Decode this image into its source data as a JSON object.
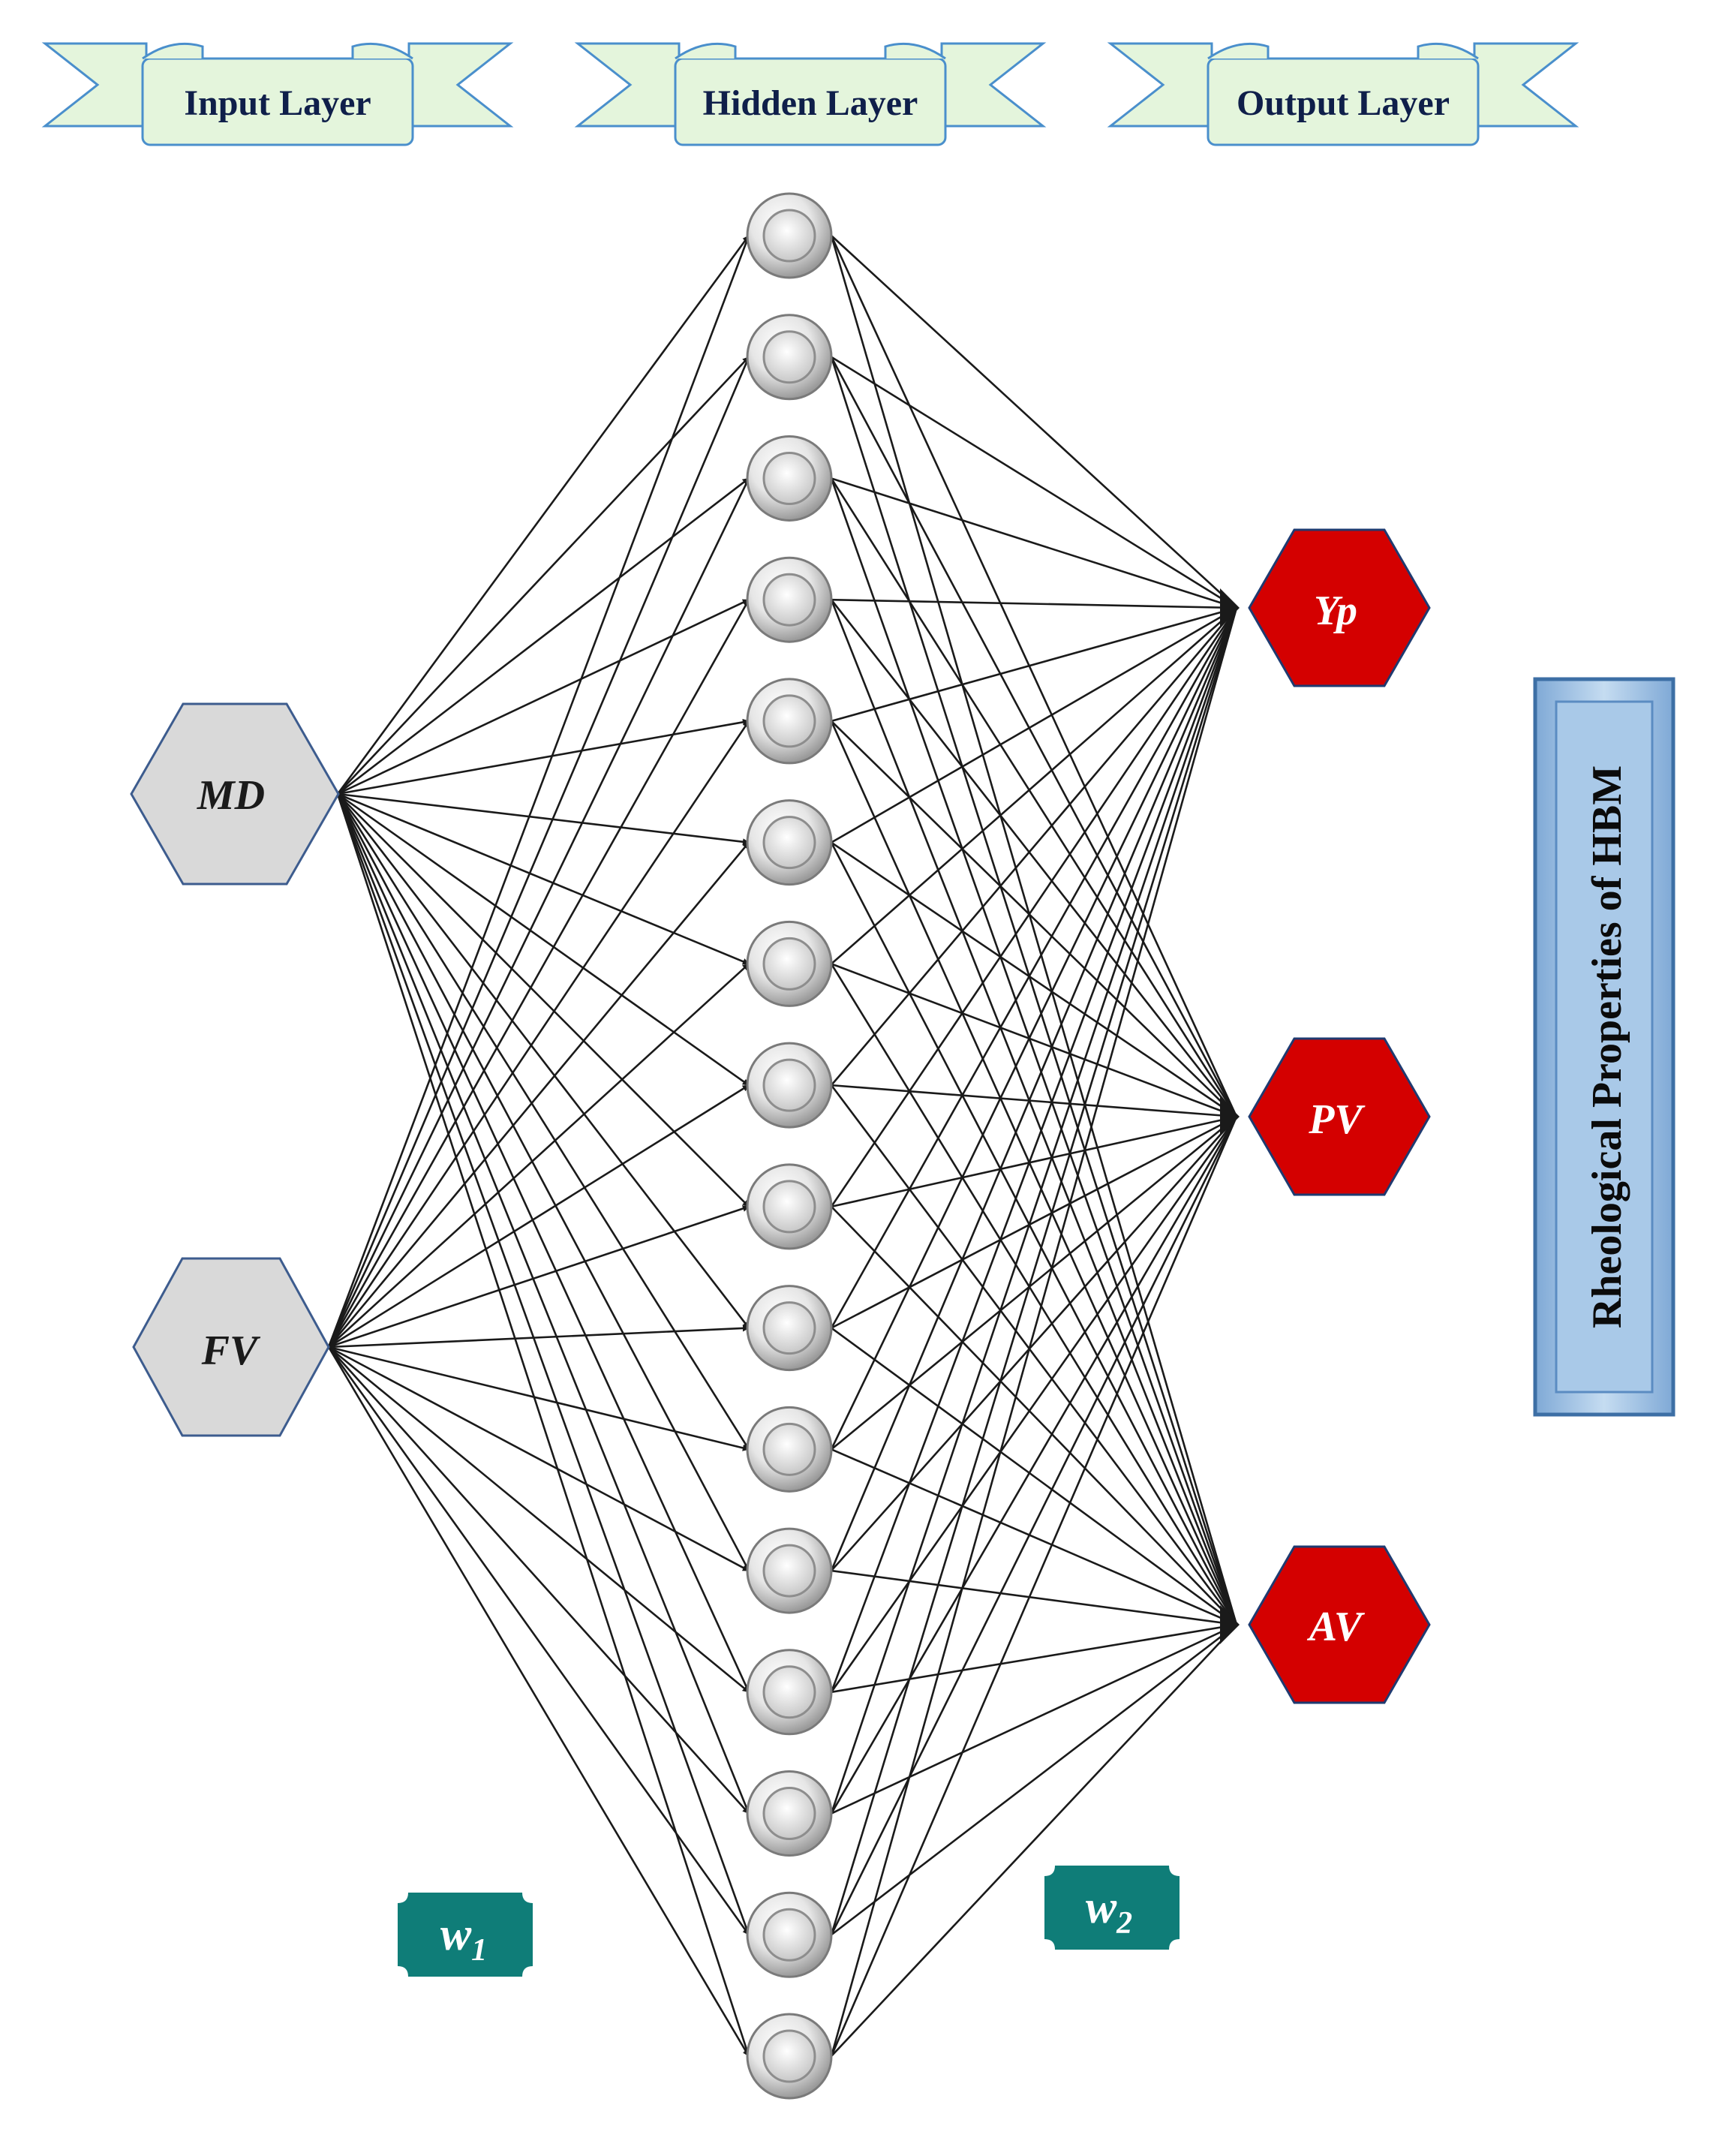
{
  "banners": [
    {
      "id": "input",
      "label": "Input Layer"
    },
    {
      "id": "hidden",
      "label": "Hidden Layer"
    },
    {
      "id": "output",
      "label": "Output Layer"
    }
  ],
  "input_nodes": [
    {
      "id": "md",
      "label": "MD"
    },
    {
      "id": "fv",
      "label": "FV"
    }
  ],
  "hidden_node_count": 16,
  "output_nodes": [
    {
      "id": "yp",
      "label": "Yp"
    },
    {
      "id": "pv",
      "label": "PV"
    },
    {
      "id": "av",
      "label": "AV"
    }
  ],
  "weights": [
    {
      "id": "w1",
      "symbol": "w",
      "subscript": "1"
    },
    {
      "id": "w2",
      "symbol": "w",
      "subscript": "2"
    }
  ],
  "side_label": "Rheological Properties of HBM",
  "colors": {
    "banner_fill": "#e4f5dc",
    "banner_stroke": "#4a8fcc",
    "input_fill": "#d9d9d9",
    "input_stroke": "#3d5c8e",
    "output_fill": "#d40000",
    "output_stroke": "#1f3a70",
    "weight_fill": "#0f7d78",
    "side_box_fill": "#9dc1e3",
    "edge": "#1a1a1a"
  }
}
